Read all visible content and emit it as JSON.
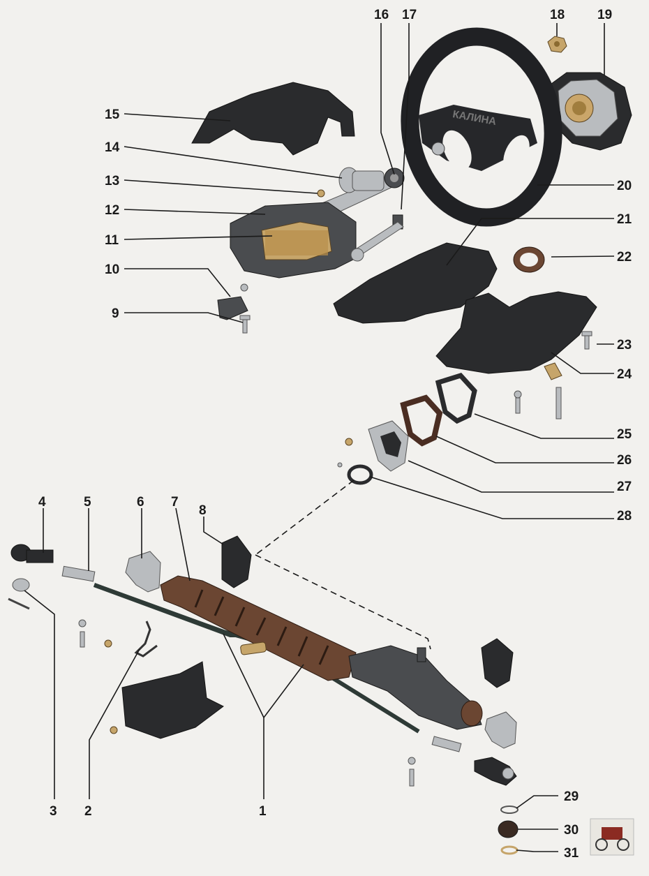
{
  "diagram": {
    "labels": [
      "1",
      "2",
      "3",
      "4",
      "5",
      "6",
      "7",
      "8",
      "9",
      "10",
      "11",
      "12",
      "13",
      "14",
      "15",
      "16",
      "17",
      "18",
      "19",
      "20",
      "21",
      "22",
      "23",
      "24",
      "25",
      "26",
      "27",
      "28",
      "29",
      "30",
      "31"
    ],
    "wheel_text": "КАЛИНА"
  },
  "colors": {
    "background": "#f2f1ee",
    "plastic": "#2a2b2d",
    "metal": "#b9bcbf",
    "boot": "#6b4632",
    "leader": "#1a1a1a"
  }
}
